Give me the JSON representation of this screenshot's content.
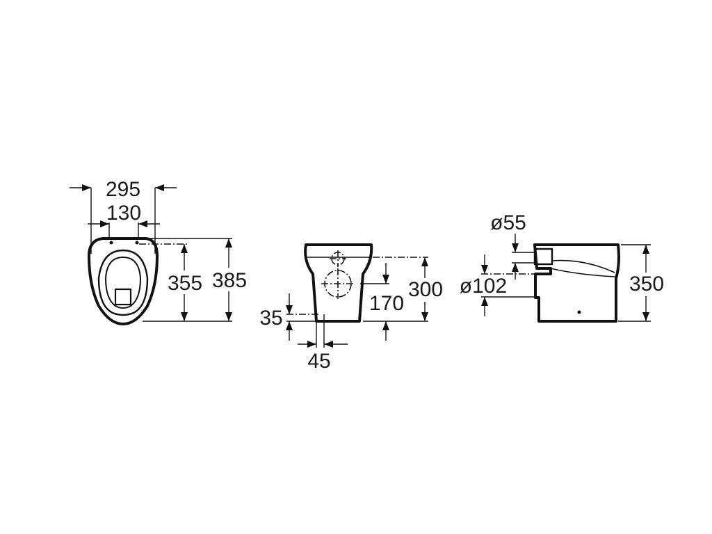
{
  "views": {
    "top": {
      "dimensions": {
        "overall_width": "295",
        "fixing_hole_spacing": "130",
        "hole_to_front": "355",
        "overall_length": "385"
      }
    },
    "front": {
      "dimensions": {
        "floor_outlet_offset": "35",
        "outlet_to_front": "45",
        "outlet_centre_height": "170",
        "rim_height": "300"
      }
    },
    "side": {
      "dimensions": {
        "inlet_diameter": "ø55",
        "outlet_diameter": "ø102",
        "overall_height": "350"
      }
    }
  },
  "colors": {
    "line": "#111111",
    "background": "#ffffff"
  }
}
